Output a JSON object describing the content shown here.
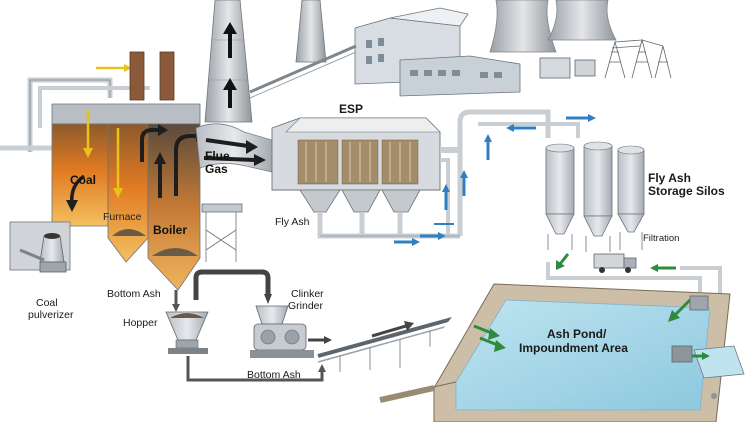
{
  "labels": {
    "esp": "ESP",
    "flue_gas_line1": "Flue",
    "flue_gas_line2": "Gas",
    "coal": "Coal",
    "furnace": "Furnace",
    "boiler": "Boiler",
    "fly_ash": "Fly Ash",
    "fly_ash_silos_line1": "Fly Ash",
    "fly_ash_silos_line2": "Storage Silos",
    "filtration": "Filtration",
    "coal_pulverizer_line1": "Coal",
    "coal_pulverizer_line2": "pulverizer",
    "bottom_ash_top": "Bottom Ash",
    "hopper": "Hopper",
    "clinker_grinder_line1": "Clinker",
    "clinker_grinder_line2": "Grinder",
    "bottom_ash_bottom": "Bottom Ash",
    "ash_pond_line1": "Ash Pond/",
    "ash_pond_line2": "Impoundment Area"
  },
  "colors": {
    "pipe": "#c9ced3",
    "pipe_edge": "#8b939b",
    "flow_arrow_blue": "#2f7fc1",
    "flow_arrow_green": "#2e8b3e",
    "flow_arrow_yellow": "#e8c21c",
    "fire": "#e8892a",
    "water": "#9fd3e6",
    "dark_arrow": "#1e1e1e"
  },
  "icons": [
    "coal-pulverizer-icon",
    "boiler-icon",
    "furnace-icon",
    "stack-icon",
    "cooling-tower-icon",
    "power-plant-building-icon",
    "transmission-tower-icon",
    "esp-icon",
    "silo-icon",
    "truck-icon",
    "hopper-icon",
    "clinker-grinder-icon",
    "conveyor-icon",
    "ash-pond-icon",
    "pump-icon"
  ]
}
